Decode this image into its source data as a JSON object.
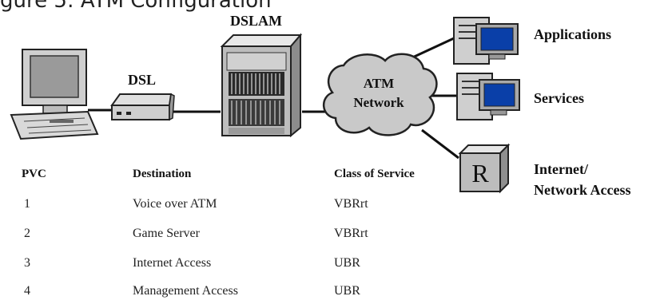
{
  "caption": "gure 5: ATM Configuration",
  "labels": {
    "dslam": "DSLAM",
    "dsl": "DSL",
    "applications": "Applications",
    "services": "Services",
    "internet_line1": "Internet/",
    "internet_line2": "Network Access",
    "atm_line1": "ATM",
    "atm_line2": "Network",
    "router_letter": "R"
  },
  "table": {
    "headers": [
      "PVC",
      "Destination",
      "Class of Service"
    ],
    "rows": [
      [
        "1",
        "Voice over ATM",
        "VBRrt"
      ],
      [
        "2",
        "Game Server",
        "VBRrt"
      ],
      [
        "3",
        "Internet Access",
        "UBR"
      ],
      [
        "4",
        "Management Access",
        "UBR"
      ]
    ]
  }
}
